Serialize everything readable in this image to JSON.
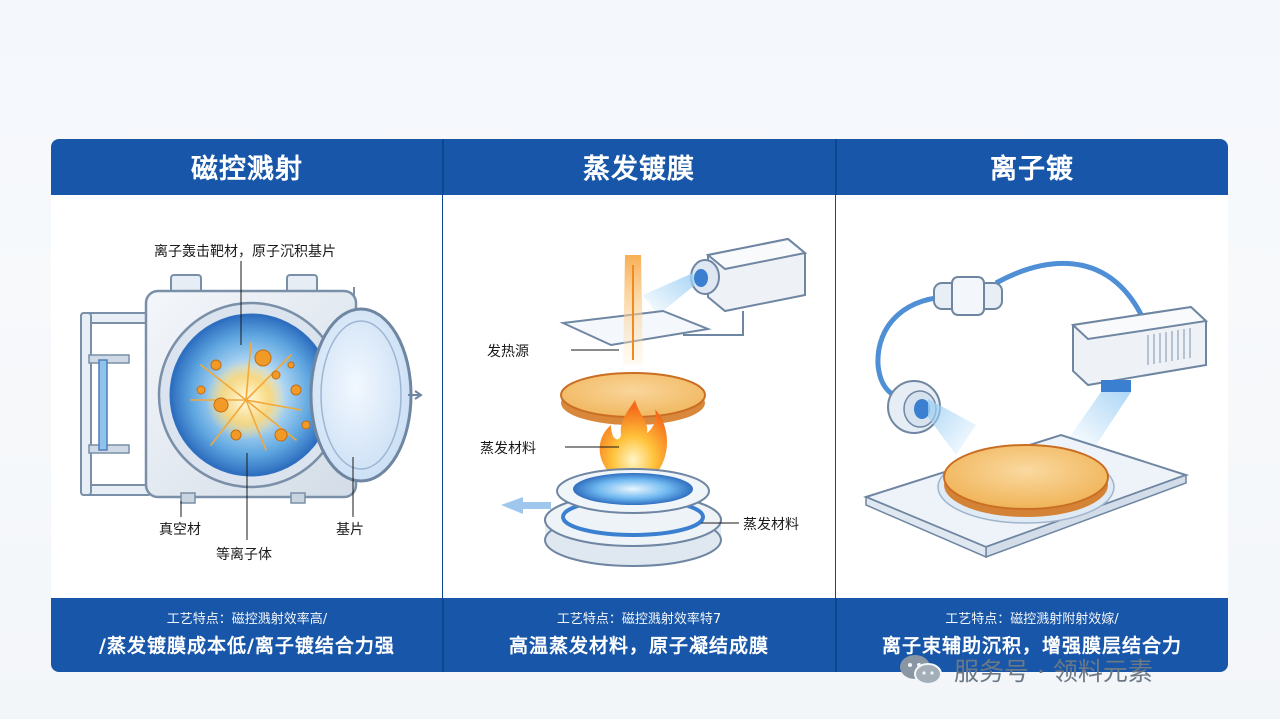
{
  "panels": [
    {
      "title": "磁控溅射",
      "labels": {
        "top": "离子轰击靶材，原子沉积基片",
        "vacuum": "真空材",
        "substrate": "基片",
        "plasma": "等离子体"
      },
      "footer": {
        "line1": "工艺特点：磁控溅射效率高/",
        "line2": "/蒸发镀膜成本低/离子镀结合力强"
      }
    },
    {
      "title": "蒸发镀膜",
      "labels": {
        "heat_source": "发热源",
        "material_left": "蒸发材料",
        "material_right": "蒸发材料"
      },
      "footer": {
        "line1": "工艺特点：磁控溅射效率特7",
        "line2": "高温蒸发材料，原子凝结成膜"
      }
    },
    {
      "title": "离子镀",
      "labels": {},
      "footer": {
        "line1": "工艺特点：磁控溅射附射效嫁/",
        "line2": "离子束辅助沉积，增强膜层结合力"
      }
    }
  ],
  "watermark": "服务号 · 领料元素",
  "colors": {
    "frame": "#1756a8",
    "accent_orange": "#f0a030",
    "glow_blue": "#5aa8e8"
  }
}
